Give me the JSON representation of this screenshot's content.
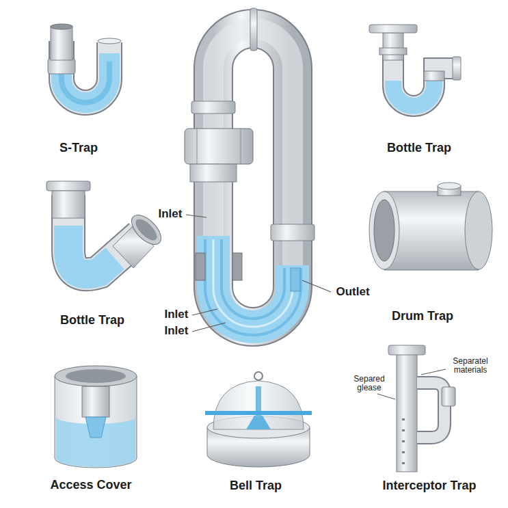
{
  "diagram": {
    "labels": [
      "S-Trap",
      "Bottle Trap",
      "Inlet",
      "Outlet",
      "Bottle Trap",
      "Inlet",
      "Inlet",
      "Drum Trap",
      "Separatel materials",
      "Separed glease",
      "Access Cover",
      "Bell Trap",
      "Interceptor Trap"
    ]
  }
}
